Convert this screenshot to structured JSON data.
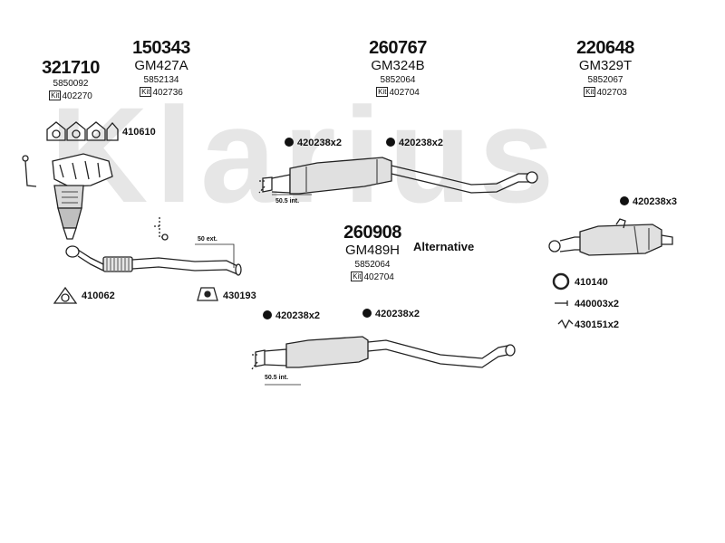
{
  "watermark": "Klarius",
  "parts": [
    {
      "number": "321710",
      "oe": "",
      "ref": "5850092",
      "kit_label": "Kit",
      "kit": "402270"
    },
    {
      "number": "150343",
      "oe": "GM427A",
      "ref": "5852134",
      "kit_label": "Kit",
      "kit": "402736"
    },
    {
      "number": "260767",
      "oe": "GM324B",
      "ref": "5852064",
      "kit_label": "Kit",
      "kit": "402704"
    },
    {
      "number": "220648",
      "oe": "GM329T",
      "ref": "5852067",
      "kit_label": "Kit",
      "kit": "402703"
    },
    {
      "number": "260908",
      "oe": "GM489H",
      "ref": "5852064",
      "kit_label": "Kit",
      "kit": "402704"
    }
  ],
  "accessories": {
    "gasket_set": "410610",
    "clamp_a": "420238x2",
    "clamp_b": "420238x2",
    "clamp_c": "420238x3",
    "flange_gasket": "410062",
    "mounting": "430193",
    "clamp_d": "420238x2",
    "clamp_e": "420238x2",
    "ring": "410140",
    "bolt": "440003x2",
    "spring": "430151x2"
  },
  "tags": {
    "int_top": "50.5 int.",
    "ext": "50 ext.",
    "int_bottom": "50.5 int."
  },
  "alternative_label": "Alternative"
}
